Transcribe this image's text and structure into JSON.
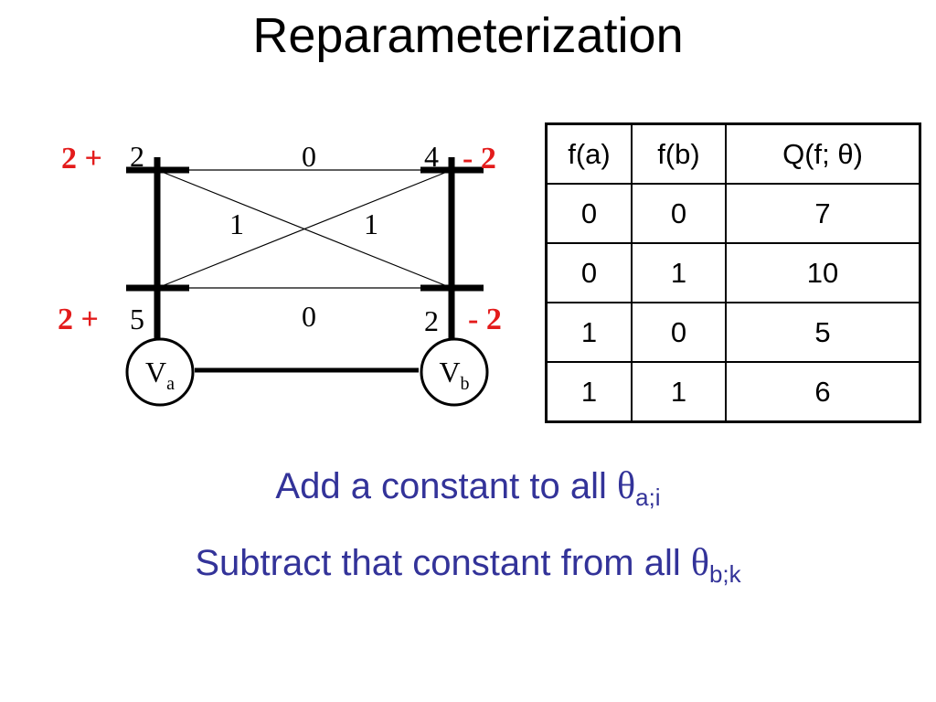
{
  "title": "Reparameterization",
  "diagram": {
    "node_a": {
      "letter": "V",
      "sub": "a"
    },
    "node_b": {
      "letter": "V",
      "sub": "b"
    },
    "unary_a": {
      "top": "2",
      "bottom": "5"
    },
    "unary_b": {
      "top": "4",
      "bottom": "2"
    },
    "pairwise": {
      "top": "0",
      "bottom": "0",
      "cross_left": "1",
      "cross_right": "1"
    },
    "reparam_a": {
      "top": "2 +",
      "bottom": "2 +"
    },
    "reparam_b": {
      "top": "- 2",
      "bottom": "- 2"
    },
    "colors": {
      "reparam": "#e31b1b",
      "caption": "#333399"
    }
  },
  "table": {
    "headers": [
      "f(a)",
      "f(b)",
      "Q(f; θ)"
    ],
    "rows": [
      [
        "0",
        "0",
        "7"
      ],
      [
        "0",
        "1",
        "10"
      ],
      [
        "1",
        "0",
        "5"
      ],
      [
        "1",
        "1",
        "6"
      ]
    ]
  },
  "captions": {
    "line1": {
      "text": "Add a constant to all ",
      "theta": "θ",
      "sub": "a;i"
    },
    "line2": {
      "text": "Subtract that constant from all ",
      "theta": "θ",
      "sub": "b;k"
    }
  }
}
